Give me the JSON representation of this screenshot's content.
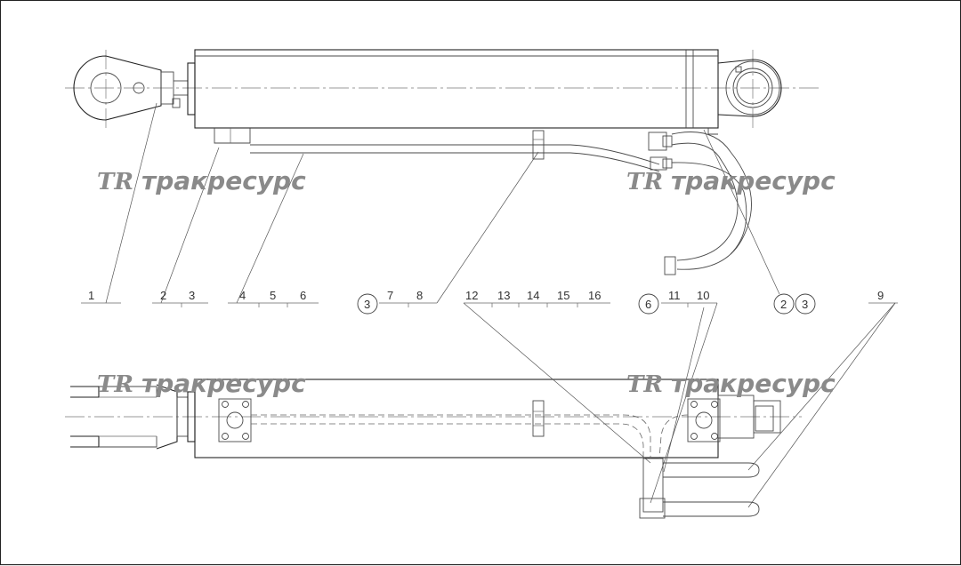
{
  "watermark": {
    "logo": "TR",
    "text": "тракресурс"
  },
  "callouts_top": [
    "1",
    "2",
    "3",
    "4",
    "5",
    "6",
    "3",
    "7",
    "8",
    "12",
    "13",
    "14",
    "15",
    "16",
    "6",
    "11",
    "10",
    "2",
    "3",
    "9"
  ],
  "colors": {
    "line": "#4a4a4a",
    "watermark": "#8a8a8a",
    "paper": "#ffffff"
  }
}
